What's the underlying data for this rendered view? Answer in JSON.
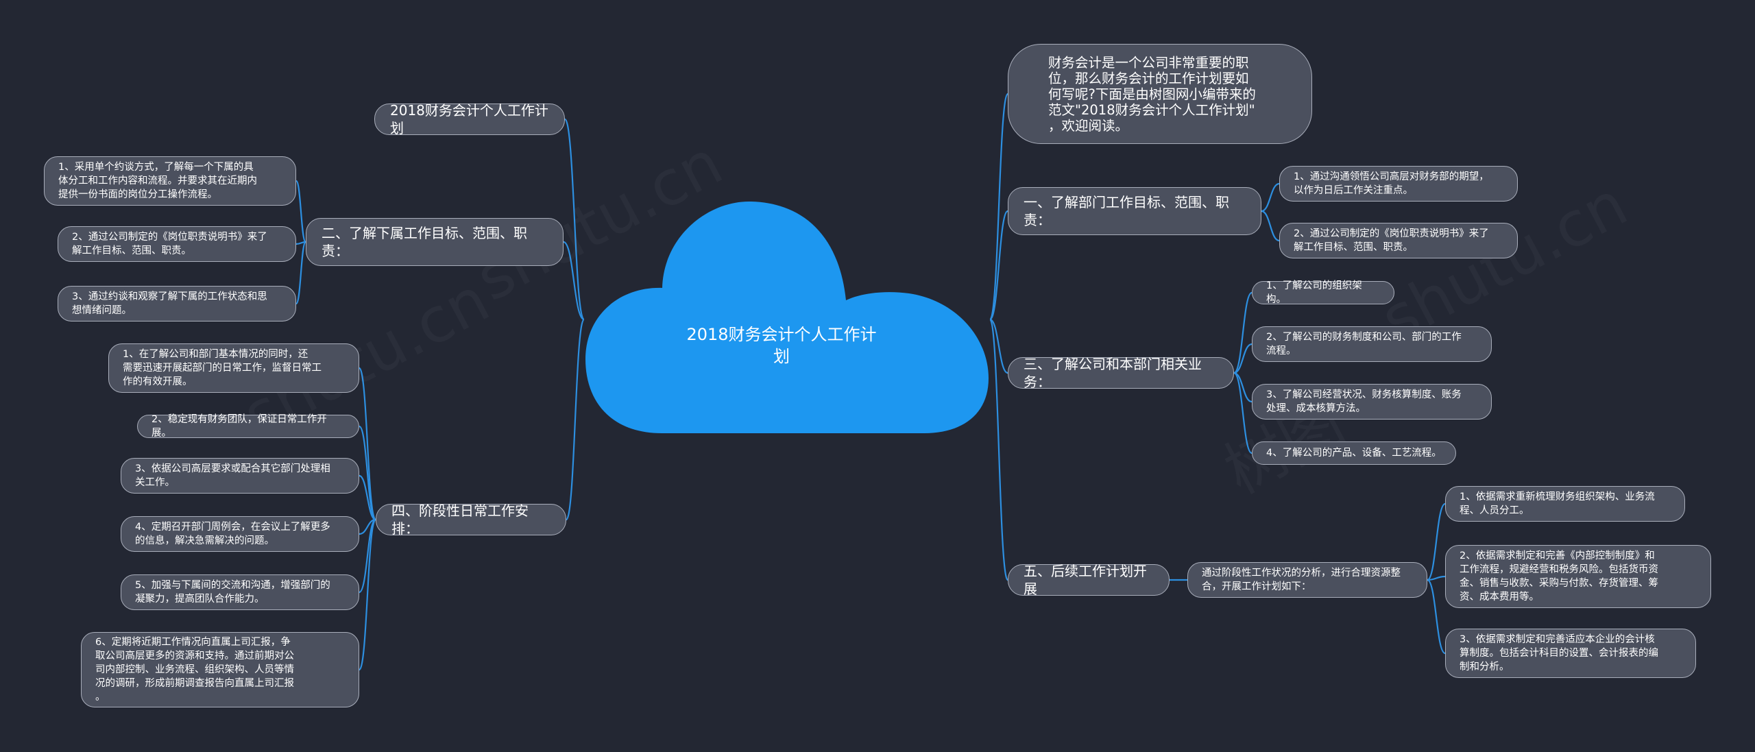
{
  "center": {
    "title": "2018财务会计个人工作计\n划"
  },
  "watermarks": [
    "shutu.cn",
    "shutu.cn",
    "树图",
    "shutu.cn"
  ],
  "left": {
    "title_node": "2018财务会计个人工作计划",
    "branch2": {
      "label": "二、了解下属工作目标、范围、职\n责：",
      "items": [
        "1、采用单个约谈方式，了解每一个下属的具\n体分工和工作内容和流程。并要求其在近期内\n提供一份书面的岗位分工操作流程。",
        "2、通过公司制定的《岗位职责说明书》来了\n解工作目标、范围、职责。",
        "3、通过约谈和观察了解下属的工作状态和思\n想情绪问题。"
      ]
    },
    "branch4": {
      "label": "四、阶段性日常工作安排：",
      "items": [
        "1、在了解公司和部门基本情况的同时，还\n需要迅速开展起部门的日常工作，监督日常工\n作的有效开展。",
        "2、稳定现有财务团队，保证日常工作开展。",
        "3、依据公司高层要求或配合其它部门处理相\n关工作。",
        "4、定期召开部门周例会，在会议上了解更多\n的信息，解决急需解决的问题。",
        "5、加强与下属间的交流和沟通，增强部门的\n凝聚力，提高团队合作能力。",
        "6、定期将近期工作情况向直属上司汇报，争\n取公司高层更多的资源和支持。通过前期对公\n司内部控制、业务流程、组织架构、人员等情\n况的调研，形成前期调查报告向直属上司汇报\n。"
      ]
    }
  },
  "right": {
    "intro": "财务会计是一个公司非常重要的职\n位，那么财务会计的工作计划要如\n何写呢?下面是由树图网小编带来的\n范文\"2018财务会计个人工作计划\"\n，欢迎阅读。",
    "branch1": {
      "label": "一、了解部门工作目标、范围、职\n责：",
      "items": [
        "1、通过沟通领悟公司高层对财务部的期望，\n以作为日后工作关注重点。",
        "2、通过公司制定的《岗位职责说明书》来了\n解工作目标、范围、职责。"
      ]
    },
    "branch3": {
      "label": "三、了解公司和本部门相关业务：",
      "items": [
        "1、了解公司的组织架构。",
        "2、了解公司的财务制度和公司、部门的工作\n流程。",
        "3、了解公司经营状况、财务核算制度、账务\n处理、成本核算方法。",
        "4、了解公司的产品、设备、工艺流程。"
      ]
    },
    "branch5": {
      "label": "五、后续工作计划开展",
      "sub": "通过阶段性工作状况的分析，进行合理资源整\n合，开展工作计划如下：",
      "items": [
        "1、依据需求重新梳理财务组织架构、业务流\n程、人员分工。",
        "2、依据需求制定和完善《内部控制制度》和\n工作流程，规避经营和税务风险。包括货币资\n金、销售与收款、采购与付款、存货管理、筹\n资、成本费用等。",
        "3、依据需求制定和完善适应本企业的会计核\n算制度。包括会计科目的设置、会计报表的编\n制和分析。"
      ]
    }
  },
  "colors": {
    "background": "#232733",
    "cloud": "#1d97f0",
    "node_fill": "#4b505e",
    "node_border": "#a9aebb",
    "edge": "#2d8fe0"
  }
}
